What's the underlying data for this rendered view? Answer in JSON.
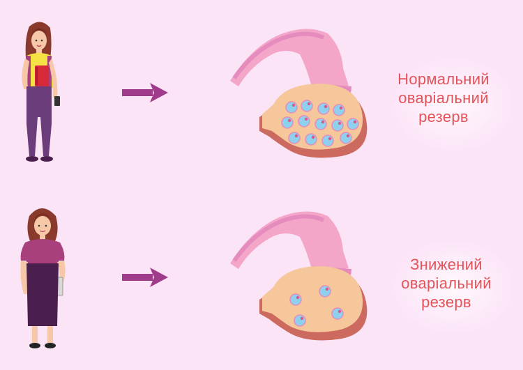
{
  "colors": {
    "background": "#fce4f7",
    "caption": "#e3545a",
    "arrow": "#a03a8a",
    "ovary": "#f5c79a",
    "follicle": "#8fd0ee",
    "tube": "#e58bbd"
  },
  "rows": [
    {
      "caption_lines": [
        "Нормальний",
        "оваріальний",
        "резерв"
      ],
      "follicle_count": 13
    },
    {
      "caption_lines": [
        "Знижений",
        "оваріальний",
        "резерв"
      ],
      "follicle_count": 4
    }
  ]
}
